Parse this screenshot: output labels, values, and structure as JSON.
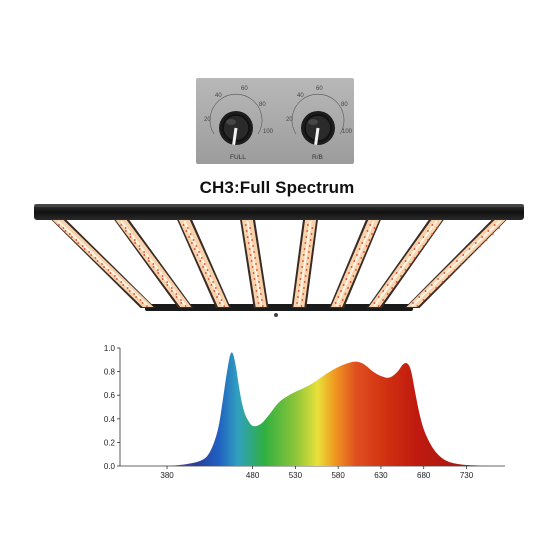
{
  "panel": {
    "knob_left_label": "FULL",
    "knob_right_label": "R/B",
    "dial_marks": [
      "20",
      "40",
      "60",
      "80",
      "100"
    ]
  },
  "title": "CH3:Full Spectrum",
  "fixture": {
    "bar_count": 8,
    "frame_color": "#1a1a1a",
    "led_color": "#f4c9a0"
  },
  "chart_data": {
    "type": "area",
    "title": "",
    "xlabel": "",
    "ylabel": "",
    "ylim": [
      0,
      1.0
    ],
    "xlim": [
      330,
      780
    ],
    "y_ticks": [
      "0.0",
      "0.2",
      "0.4",
      "0.6",
      "0.8",
      "1.0"
    ],
    "x_ticks": [
      "380",
      "480",
      "530",
      "580",
      "630",
      "680",
      "730"
    ],
    "fill": "visible-spectrum gradient",
    "x": [
      380,
      400,
      420,
      430,
      440,
      445,
      450,
      455,
      460,
      465,
      470,
      475,
      480,
      490,
      500,
      510,
      520,
      530,
      540,
      550,
      560,
      570,
      580,
      590,
      600,
      610,
      620,
      630,
      640,
      650,
      655,
      660,
      665,
      670,
      675,
      680,
      690,
      700,
      710,
      720,
      730,
      740,
      750,
      760,
      770
    ],
    "y": [
      0.0,
      0.01,
      0.04,
      0.1,
      0.3,
      0.55,
      0.8,
      1.0,
      0.88,
      0.62,
      0.45,
      0.38,
      0.33,
      0.35,
      0.44,
      0.54,
      0.59,
      0.63,
      0.66,
      0.7,
      0.75,
      0.8,
      0.84,
      0.87,
      0.89,
      0.87,
      0.8,
      0.76,
      0.74,
      0.8,
      0.86,
      0.88,
      0.83,
      0.62,
      0.44,
      0.3,
      0.15,
      0.07,
      0.03,
      0.015,
      0.008,
      0.004,
      0.002,
      0.001,
      0.0
    ]
  }
}
